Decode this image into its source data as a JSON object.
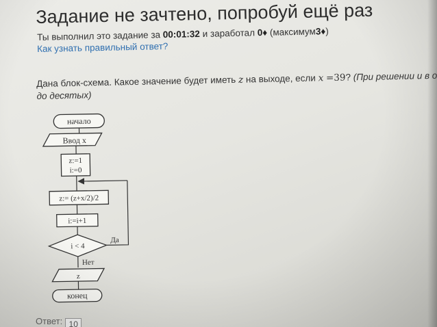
{
  "header": {
    "title": "Задание не зачтено, попробуй ещё раз",
    "result_prefix": "Ты выполнил это задание за",
    "time": "00:01:32",
    "result_mid": "и заработал",
    "earned": "0♦",
    "result_max_prefix": "(максимум",
    "max_points": "3♦",
    "result_max_suffix": ")",
    "help_link": "Как узнать правильный ответ?"
  },
  "question": {
    "text_1": "Дана блок-схема. Какое значение будет иметь",
    "var_z": "z",
    "text_2": "на выходе, если",
    "var_x": "x",
    "eq": "=39",
    "text_3": "?",
    "hint_1": "(При решении и в отве",
    "hint_2": "до десятых)"
  },
  "flowchart": {
    "start": "начало",
    "input": "Ввод  x",
    "init_1": "z:=1",
    "init_2": "i:=0",
    "step_z": "z:= (z+x/2)/2",
    "step_i": "i:=i+1",
    "condition": "i < 4",
    "yes": "Да",
    "no": "Нет",
    "output": "z",
    "end": "конец"
  },
  "answer": {
    "label": "Ответ:",
    "value": "10"
  }
}
